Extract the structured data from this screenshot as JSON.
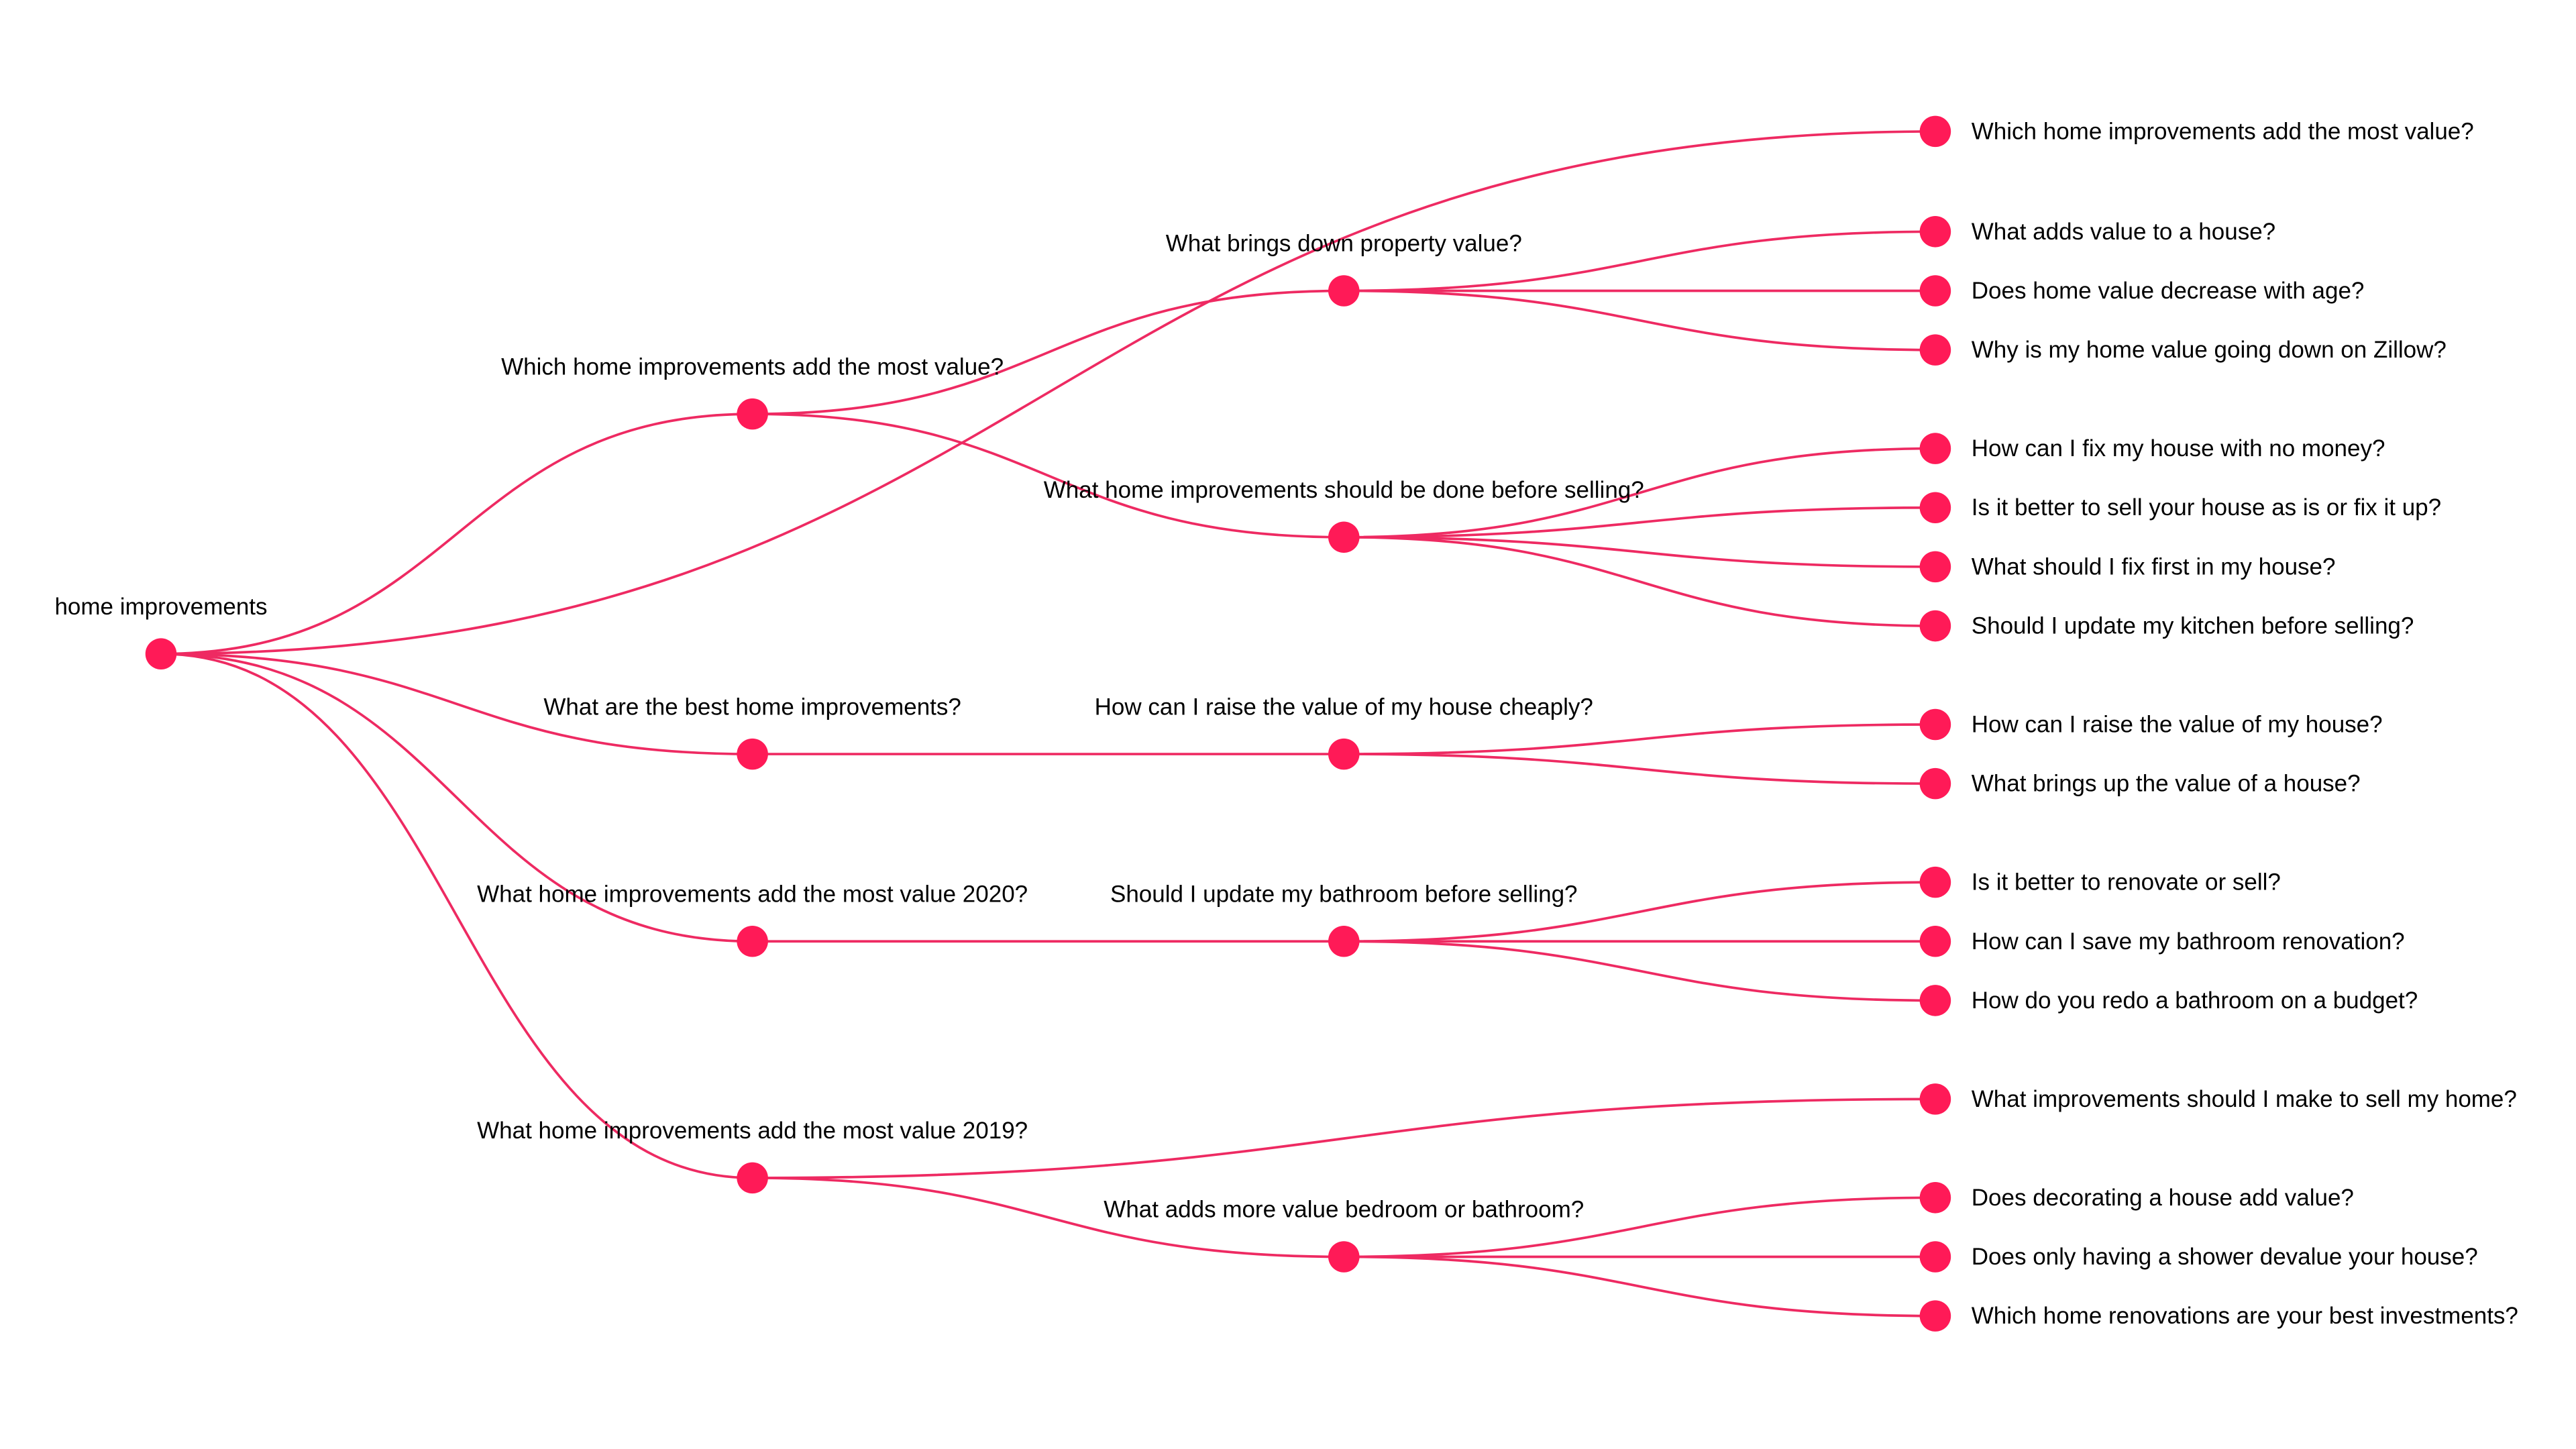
{
  "colors": {
    "node": "#ff1a57",
    "link": "#ee2a62",
    "text": "#000000",
    "background": "#ffffff"
  },
  "tree": {
    "label": "home improvements",
    "children": [
      {
        "label": "Which home improvements add the most value?",
        "children": [
          {
            "label": "What brings down property value?",
            "children": [
              {
                "label": "What adds value to a house?"
              },
              {
                "label": "Does home value decrease with age?"
              },
              {
                "label": "Why is my home value going down on Zillow?"
              }
            ]
          },
          {
            "label": "What home improvements should be done before selling?",
            "children": [
              {
                "label": "How can I fix my house with no money?"
              },
              {
                "label": "Is it better to sell your house as is or fix it up?"
              },
              {
                "label": "What should I fix first in my house?"
              },
              {
                "label": "Should I update my kitchen before selling?"
              }
            ]
          }
        ]
      },
      {
        "label": "Which home improvements add the most value?"
      },
      {
        "label": "What are the best home improvements?",
        "children": [
          {
            "label": "How can I raise the value of my house cheaply?",
            "children": [
              {
                "label": "How can I raise the value of my house?"
              },
              {
                "label": "What brings up the value of a house?"
              }
            ]
          }
        ]
      },
      {
        "label": "What home improvements add the most value 2020?",
        "children": [
          {
            "label": "Should I update my bathroom before selling?",
            "children": [
              {
                "label": "Is it better to renovate or sell?"
              },
              {
                "label": "How can I save my bathroom renovation?"
              },
              {
                "label": "How do you redo a bathroom on a budget?"
              }
            ]
          }
        ]
      },
      {
        "label": "What home improvements add the most value 2019?",
        "children": [
          {
            "label": "What improvements should I make to sell my home?"
          },
          {
            "label": "What adds more value bedroom or bathroom?",
            "children": [
              {
                "label": "Does decorating a house add value?"
              },
              {
                "label": "Does only having a shower devalue your house?"
              },
              {
                "label": "Which home renovations are your best investments?"
              }
            ]
          }
        ]
      }
    ]
  }
}
